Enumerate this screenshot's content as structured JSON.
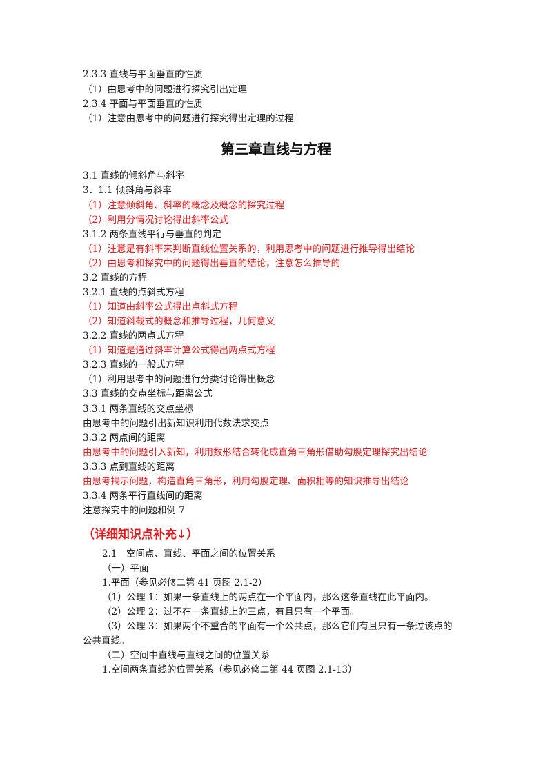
{
  "top_section": [
    {
      "text": "2.3.3 直线与平面垂直的性质",
      "color": "black"
    },
    {
      "text": "（1）由思考中的问题进行探究引出定理",
      "color": "black"
    },
    {
      "text": "2.3.4 平面与平面垂直的性质",
      "color": "black"
    },
    {
      "text": "（1）注意由思考中的问题进行探究得出定理的过程",
      "color": "black"
    }
  ],
  "chapter_title": "第三章直线与方程",
  "chapter_lines": [
    {
      "text": "3.1 直线的倾斜角与斜率",
      "color": "black"
    },
    {
      "text": "3．1.1 倾斜角与斜率",
      "color": "black"
    },
    {
      "text": "（1）注意倾斜角、斜率的概念及概念的探究过程",
      "color": "red"
    },
    {
      "text": "（2）利用分情况讨论得出斜率公式",
      "color": "red"
    },
    {
      "text": "3.1.2 两条直线平行与垂直的判定",
      "color": "black"
    },
    {
      "text": "（1）注意是有斜率来判断直线位置关系的，利用思考中的问题进行推导得出结论",
      "color": "red"
    },
    {
      "text": "（2）由思考和探究中的问题得出垂直的结论，注意怎么推导的",
      "color": "red"
    },
    {
      "text": "3.2 直线的方程",
      "color": "black"
    },
    {
      "text": "3.2.1 直线的点斜式方程",
      "color": "black"
    },
    {
      "text": "（1）知道由斜率公式得出点斜式方程",
      "color": "red"
    },
    {
      "text": "（2）知道斜截式的概念和推导过程，几何意义",
      "color": "red"
    },
    {
      "text": "3.2.2 直线的两点式方程",
      "color": "black"
    },
    {
      "text": "（1）知道是通过斜率计算公式得出两点式方程",
      "color": "red"
    },
    {
      "text": "3.2.3 直线的一般式方程",
      "color": "black"
    },
    {
      "text": "（1）利用思考中的问题进行分类讨论得出概念",
      "color": "black"
    },
    {
      "text": "3.3 直线的交点坐标与距离公式",
      "color": "black"
    },
    {
      "text": "3.3.1 两条直线的交点坐标",
      "color": "black"
    },
    {
      "text": "由思考中的问题引出新知识利用代数法求交点",
      "color": "black"
    },
    {
      "text": "3.3.2 两点间的距离",
      "color": "black"
    },
    {
      "text": "由思考中的问题引入新知，利用数形结合转化成直角三角形借助勾股定理探究出结论",
      "color": "red"
    },
    {
      "text": "3.3.3 点到直线的距离",
      "color": "black"
    },
    {
      "text": "由思考揭示问题，构造直角三角形，利用勾股定理、面积相等的知识推导出结论",
      "color": "red"
    },
    {
      "text": "3.3.4 两条平行直线间的距离",
      "color": "black"
    },
    {
      "text": "注意探究中的问题和例 7",
      "color": "black"
    }
  ],
  "supplement_heading": "（详细知识点补充↓）",
  "supplement_lines": [
    {
      "text": "2.1　空间点、直线、平面之间的位置关系",
      "indent": "148"
    },
    {
      "text": "（一）平面",
      "indent": "148"
    },
    {
      "text": "1.平面（参见必修二第 41 页图 2.1-2）",
      "indent": "148"
    },
    {
      "text": "（1）公理 1：如果一条直线上的两点在一个平面内，那么这条直线在此平面内。",
      "indent": "148"
    },
    {
      "text": "（2）公理 2：过不在一条直线上的三点，有且只有一个平面。",
      "indent": "148"
    },
    {
      "text": "（3）公理 3：如果两个不重合的平面有一个公共点，那么它们有且只有一条过该点的",
      "indent": "148"
    },
    {
      "text": "公共直线。",
      "indent": "120"
    },
    {
      "text": "（二）空间中直线与直线之间的位置关系",
      "indent": "148"
    },
    {
      "text": "1.空间两条直线的位置关系（参见必修二第 44 页图 2.1-13）",
      "indent": "148"
    }
  ]
}
